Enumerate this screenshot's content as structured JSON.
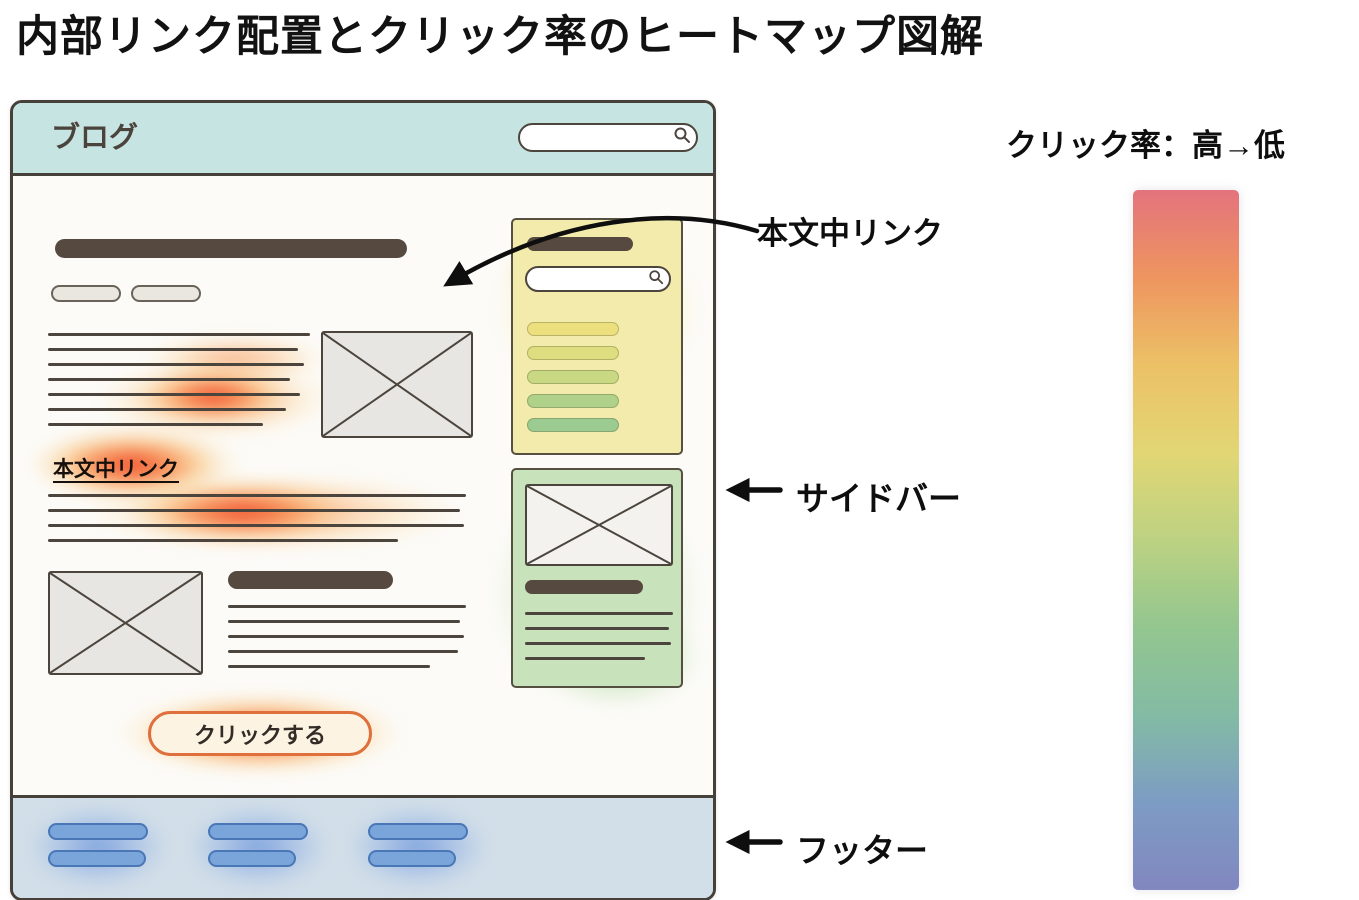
{
  "title": "内部リンク配置とクリック率のヒートマップ図解",
  "browser": {
    "site_name": "ブログ",
    "inline_link_text": "本文中リンク",
    "cta_label": "クリックする"
  },
  "annotations": {
    "inline_link_label": "本文中リンク",
    "sidebar_label": "サイドバー",
    "footer_label": "フッター"
  },
  "legend": {
    "label": "クリック率：高→低",
    "gradient_stops": [
      "#e4737d",
      "#ee9560",
      "#ecc166",
      "#e2d674",
      "#bcd282",
      "#93c68f",
      "#83bba4",
      "#7d9cc4",
      "#8187bf"
    ]
  },
  "colors": {
    "heat_high": "#f03a1e",
    "heat_mid": "#f5a24b",
    "heat_low": "#4b7dd7",
    "header_bg": "#c6e4e2",
    "footer_bg": "#d2dfe9",
    "sidebar_yellow": "#f3ebab",
    "sidebar_green": "#c8e3bb",
    "cta_border": "#df6f3c"
  }
}
